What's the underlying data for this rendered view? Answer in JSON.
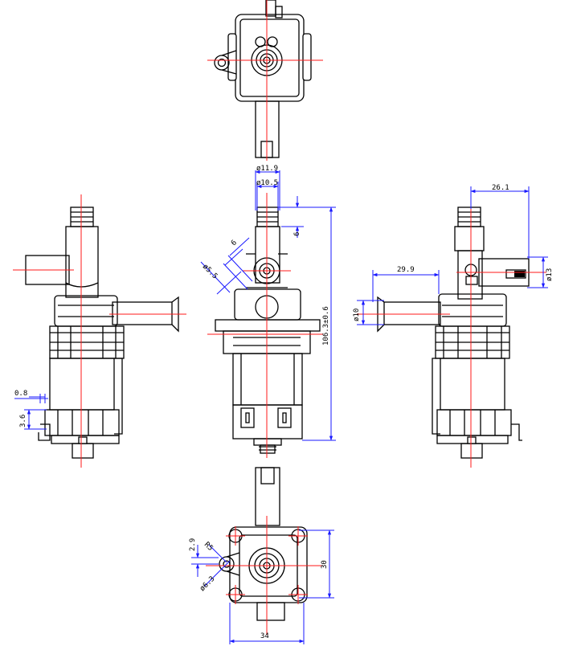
{
  "drawing": {
    "views": [
      "top-view",
      "left-view",
      "front-view",
      "right-view",
      "bottom-view"
    ],
    "colors": {
      "outline": "#000000",
      "centerline": "#ff1a1a",
      "dimension": "#1a1aff"
    }
  },
  "dimensions": {
    "front": {
      "d_outer": "ø11.9",
      "d_inner": "ø10.5",
      "barb": "6",
      "height": "106.3±0.6",
      "diag_a": "6",
      "diag_b": "ø5.5"
    },
    "left": {
      "wire_gap": "0.8",
      "wire_len": "3.6"
    },
    "right": {
      "offset_top": "26.1",
      "offset_side": "29.9",
      "d_outlet": "ø13",
      "d_inlet": "ø10"
    },
    "bottom": {
      "r_small": "2.9",
      "radius": "R5",
      "hole": "ø6.3",
      "height": "30",
      "width": "34"
    }
  }
}
